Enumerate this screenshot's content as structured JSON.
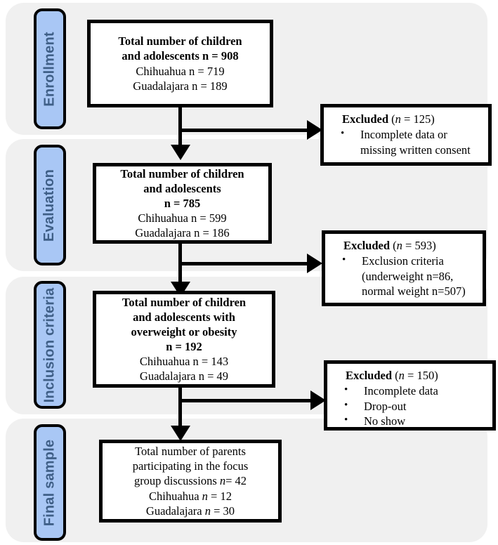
{
  "figure": {
    "type": "flow-diagram",
    "title": "Participant flow diagram"
  },
  "stages": [
    {
      "label": "Enrollment"
    },
    {
      "label": "Evaluation"
    },
    {
      "label": "Inclusion criteria"
    },
    {
      "label": "Final sample"
    }
  ],
  "nodes": [
    {
      "id": "enrollment-node",
      "lines": [
        {
          "text": "Total number of children",
          "style": "bold"
        },
        {
          "text": "and adolescents  n = 908",
          "style": "bold"
        },
        {
          "text": "Chihuahua n = 719",
          "style": "normal"
        },
        {
          "text": "Guadalajara n = 189",
          "style": "normal"
        }
      ]
    },
    {
      "id": "evaluation-node",
      "lines": [
        {
          "text": "Total number of children",
          "style": "bold"
        },
        {
          "text": "and adolescents",
          "style": "bold"
        },
        {
          "text": "n = 785",
          "style": "bold"
        },
        {
          "text": "Chihuahua n = 599",
          "style": "normal"
        },
        {
          "text": "Guadalajara n = 186",
          "style": "normal"
        }
      ]
    },
    {
      "id": "inclusion-node",
      "lines": [
        {
          "text": "Total number of children",
          "style": "bold"
        },
        {
          "text": "and adolescents with",
          "style": "bold"
        },
        {
          "text": "overweight or obesity",
          "style": "bold"
        },
        {
          "text": "n = 192",
          "style": "bold"
        },
        {
          "text": "Chihuahua n = 143",
          "style": "normal"
        },
        {
          "text": "Guadalajara n = 49",
          "style": "normal"
        }
      ]
    },
    {
      "id": "final-node",
      "lines": [
        {
          "text": "Total number of parents",
          "style": "normal"
        },
        {
          "text": "participating in the focus",
          "style": "normal"
        },
        {
          "text": "group discussions n= 42",
          "style": "italic-n"
        },
        {
          "text": "Chihuahua n = 12",
          "style": "italic-n"
        },
        {
          "text": "Guadalajara n = 30",
          "style": "italic-n"
        }
      ]
    }
  ],
  "excluded": [
    {
      "id": "excluded-1",
      "heading_label": "Excluded",
      "heading_count": "(n = 125)",
      "heading_n": "n",
      "heading_open": "(",
      "heading_rest": " = 125)",
      "items": [
        "Incomplete data or missing written consent"
      ]
    },
    {
      "id": "excluded-2",
      "heading_label": "Excluded",
      "heading_count": "(n = 593)",
      "heading_n": "n",
      "heading_open": "(",
      "heading_rest": " = 593)",
      "items": [
        "Exclusion criteria (underweight n=86, normal weight n=507)"
      ]
    },
    {
      "id": "excluded-3",
      "heading_label": "Excluded",
      "heading_count": "(n = 150)",
      "heading_n": "n",
      "heading_open": "(",
      "heading_rest": " = 150)",
      "items": [
        "Incomplete data",
        "Drop-out",
        "No show"
      ]
    }
  ],
  "bullet_glyph": "•",
  "colors": {
    "band_background": "#f0f0f0",
    "stage_fill": "#a9c7f5",
    "stage_text": "#3f5f87",
    "line": "#000000",
    "box_fill": "#ffffff",
    "page_background": "#ffffff"
  }
}
